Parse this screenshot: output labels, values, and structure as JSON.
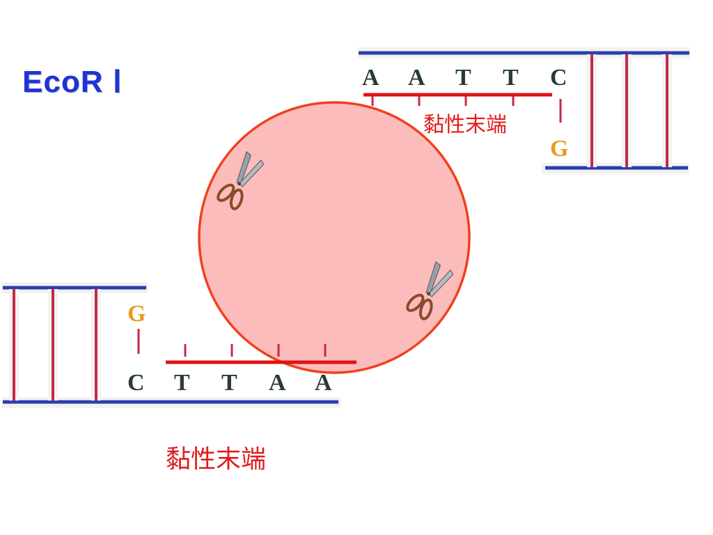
{
  "title": "EcoR Ⅰ",
  "sticky_end_label_top": "黏性末端",
  "sticky_end_label_bottom": "黏性末端",
  "top_fragment": {
    "single_strand_bases": [
      "A",
      "A",
      "T",
      "T"
    ],
    "pair_top_base": "C",
    "pair_bottom_base": "G"
  },
  "bottom_fragment": {
    "pair_top_base": "G",
    "pair_bottom_base": "C",
    "single_strand_bases": [
      "T",
      "T",
      "A",
      "A"
    ]
  },
  "colors": {
    "backbone": "#2b3fb0",
    "rung": "#c42a45",
    "highlight": "#e01313",
    "circle_fill": "#fdbcbc",
    "circle_stroke": "#f0401e",
    "title": "#1f33d6",
    "label": "#e01d1d",
    "guanine": "#e89a1e"
  },
  "icons": [
    "scissors-icon",
    "scissors-icon"
  ]
}
